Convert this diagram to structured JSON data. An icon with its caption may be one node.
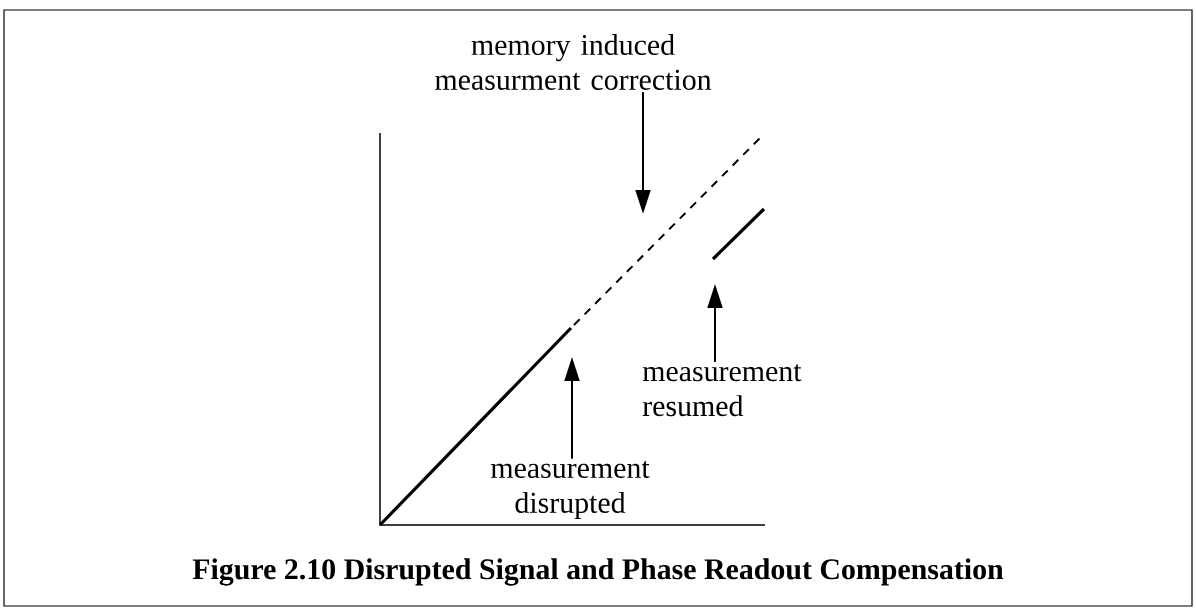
{
  "diagram": {
    "caption": "Figure 2.10  Disrupted Signal and Phase Readout Compensation",
    "nodes": [
      {
        "text": [
          "memory induced measurment correction"
        ]
      },
      {
        "text": [
          "measurement disrupted"
        ]
      },
      {
        "text": [
          "measurement resumed"
        ]
      }
    ],
    "edges": [
      {
        "from": 0,
        "to": null,
        "arrow": "to"
      },
      {
        "from": 1,
        "to": null,
        "arrow": "to"
      },
      {
        "from": 2,
        "to": null,
        "arrow": "to"
      }
    ]
  }
}
